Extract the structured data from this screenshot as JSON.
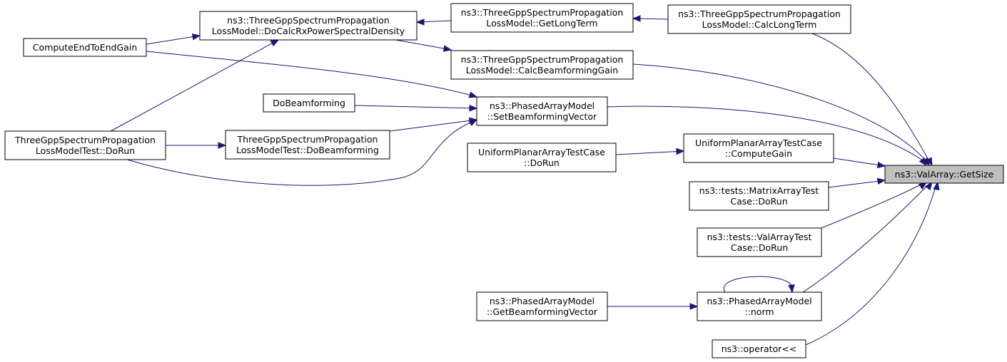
{
  "graph": {
    "title": "",
    "colors": {
      "edge": "#191970",
      "node_fill": "#ffffff",
      "focus_fill": "#bfbfbf",
      "border": "#000000"
    },
    "nodes": [
      {
        "id": "getsize",
        "lines": [
          "ns3::ValArray::GetSize"
        ],
        "focus": true
      },
      {
        "id": "docalc",
        "lines": [
          "ns3::ThreeGppSpectrumPropagation",
          "LossModel::DoCalcRxPowerSpectralDensity"
        ]
      },
      {
        "id": "getlongterm",
        "lines": [
          "ns3::ThreeGppSpectrumPropagation",
          "LossModel::GetLongTerm"
        ]
      },
      {
        "id": "calclongterm",
        "lines": [
          "ns3::ThreeGppSpectrumPropagation",
          "LossModel::CalcLongTerm"
        ]
      },
      {
        "id": "computee2e",
        "lines": [
          "ComputeEndToEndGain"
        ]
      },
      {
        "id": "calcbeam",
        "lines": [
          "ns3::ThreeGppSpectrumPropagation",
          "LossModel::CalcBeamformingGain"
        ]
      },
      {
        "id": "dobeamforming",
        "lines": [
          "DoBeamforming"
        ]
      },
      {
        "id": "setbeam",
        "lines": [
          "ns3::PhasedArrayModel",
          "::SetBeamformingVector"
        ]
      },
      {
        "id": "testdorun",
        "lines": [
          "ThreeGppSpectrumPropagation",
          "LossModelTest::DoRun"
        ]
      },
      {
        "id": "testdobeam",
        "lines": [
          "ThreeGppSpectrumPropagation",
          "LossModelTest::DoBeamforming"
        ]
      },
      {
        "id": "upadorun",
        "lines": [
          "UniformPlanarArrayTestCase",
          "::DoRun"
        ]
      },
      {
        "id": "upagain",
        "lines": [
          "UniformPlanarArrayTestCase",
          "::ComputeGain"
        ]
      },
      {
        "id": "matrixtest",
        "lines": [
          "ns3::tests::MatrixArrayTest",
          "Case::DoRun"
        ]
      },
      {
        "id": "valarraytest",
        "lines": [
          "ns3::tests::ValArrayTest",
          "Case::DoRun"
        ]
      },
      {
        "id": "getbeam",
        "lines": [
          "ns3::PhasedArrayModel",
          "::GetBeamformingVector"
        ]
      },
      {
        "id": "norm",
        "lines": [
          "ns3::PhasedArrayModel",
          "::norm"
        ]
      },
      {
        "id": "operator",
        "lines": [
          "ns3::operator<<"
        ]
      }
    ],
    "edges": [
      {
        "from": "docalc",
        "to": "getsize"
      },
      {
        "from": "getlongterm",
        "to": "docalc"
      },
      {
        "from": "calclongterm",
        "to": "getlongterm"
      },
      {
        "from": "calclongterm",
        "to": "getsize"
      },
      {
        "from": "computee2e",
        "to": "docalc"
      },
      {
        "from": "calcbeam",
        "to": "docalc"
      },
      {
        "from": "calcbeam",
        "to": "getsize"
      },
      {
        "from": "testdorun",
        "to": "docalc"
      },
      {
        "from": "computee2e",
        "to": "setbeam"
      },
      {
        "from": "dobeamforming",
        "to": "setbeam"
      },
      {
        "from": "testdobeam",
        "to": "setbeam"
      },
      {
        "from": "testdorun",
        "to": "setbeam"
      },
      {
        "from": "testdorun",
        "to": "testdobeam"
      },
      {
        "from": "setbeam",
        "to": "getsize"
      },
      {
        "from": "upadorun",
        "to": "upagain"
      },
      {
        "from": "upagain",
        "to": "getsize"
      },
      {
        "from": "matrixtest",
        "to": "getsize"
      },
      {
        "from": "valarraytest",
        "to": "getsize"
      },
      {
        "from": "getbeam",
        "to": "norm"
      },
      {
        "from": "norm",
        "to": "norm"
      },
      {
        "from": "norm",
        "to": "getsize"
      },
      {
        "from": "operator",
        "to": "getsize"
      }
    ]
  }
}
